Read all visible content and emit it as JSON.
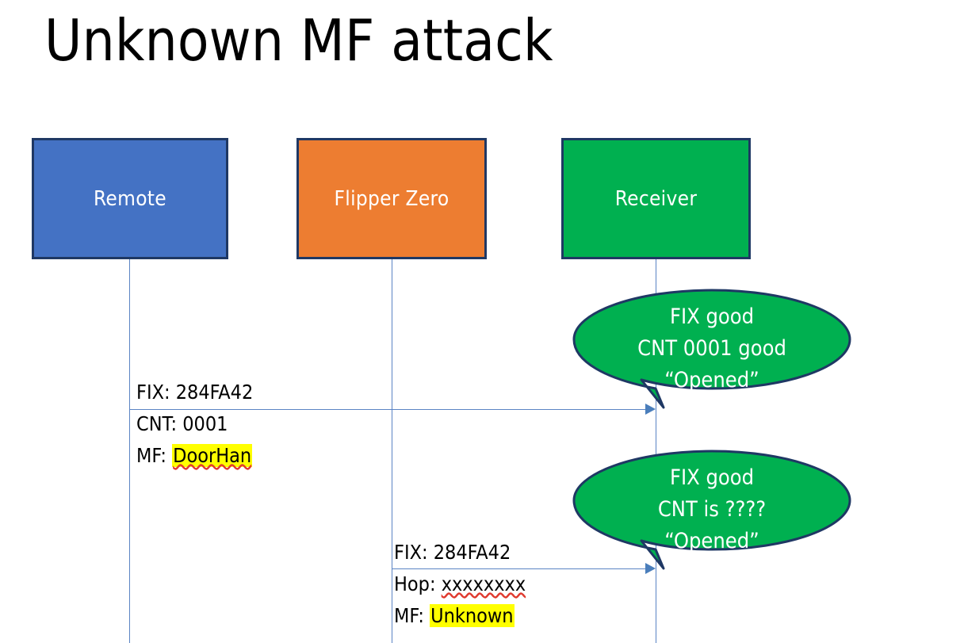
{
  "slide": {
    "title": "Unknown MF attack",
    "background_color": "#ffffff"
  },
  "colors": {
    "remote_box": "#4472C4",
    "flipper_box": "#ED7D31",
    "receiver_box": "#00B050",
    "box_border": "#1F3864",
    "lifeline": "#5B84C4",
    "arrow": "#4A7EBB",
    "bubble_fill": "#00B050",
    "bubble_border": "#1F3864",
    "highlight": "#FFFF00",
    "spellcheck_underline": "#E03A2F",
    "text": "#000000",
    "box_text": "#FFFFFF"
  },
  "actors": [
    {
      "id": "remote",
      "label": "Remote"
    },
    {
      "id": "flipper",
      "label": "Flipper Zero"
    },
    {
      "id": "receiver",
      "label": "Receiver"
    }
  ],
  "messages": [
    {
      "id": "msg-1",
      "from": "remote",
      "to": "receiver",
      "lines": [
        {
          "label": "FIX: ",
          "value": "284FA42",
          "highlight": false,
          "spellcheck_error": false
        },
        {
          "label": "CNT: ",
          "value": "0001",
          "highlight": false,
          "spellcheck_error": false
        },
        {
          "label": "MF: ",
          "value": "DoorHan",
          "highlight": true,
          "spellcheck_error": true
        }
      ]
    },
    {
      "id": "msg-2",
      "from": "flipper",
      "to": "receiver",
      "lines": [
        {
          "label": "FIX: ",
          "value": "284FA42",
          "highlight": false,
          "spellcheck_error": false
        },
        {
          "label": "Hop: ",
          "value": "xxxxxxxx",
          "highlight": false,
          "spellcheck_error": true
        },
        {
          "label": "MF: ",
          "value": "Unknown",
          "highlight": true,
          "spellcheck_error": false
        }
      ]
    }
  ],
  "bubbles": [
    {
      "id": "bubble-1",
      "attached_to": "msg-1",
      "lines": [
        "FIX good",
        "CNT 0001 good",
        "“Opened”"
      ]
    },
    {
      "id": "bubble-2",
      "attached_to": "msg-2",
      "lines": [
        "FIX good",
        "CNT is ????",
        "“Opened”"
      ]
    }
  ]
}
